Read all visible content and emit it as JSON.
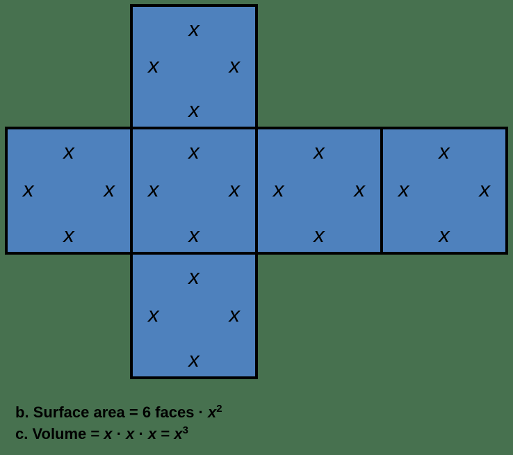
{
  "colors": {
    "background": "#47714F",
    "face_fill": "#4E81BD",
    "face_border": "#000000",
    "text": "#000000"
  },
  "net": {
    "squares": [
      {
        "id": "top",
        "top": "x",
        "left": "x",
        "right": "x",
        "bottom": "x"
      },
      {
        "id": "middle-left",
        "top": "x",
        "left": "x",
        "right": "x",
        "bottom": "x"
      },
      {
        "id": "middle-center",
        "top": "x",
        "left": "x",
        "right": "x",
        "bottom": "x"
      },
      {
        "id": "middle-right-1",
        "top": "x",
        "left": "x",
        "right": "x",
        "bottom": "x"
      },
      {
        "id": "middle-right-2",
        "top": "x",
        "left": "x",
        "right": "x",
        "bottom": "x"
      },
      {
        "id": "bottom",
        "top": "x",
        "left": "x",
        "right": "x",
        "bottom": "x"
      }
    ]
  },
  "formulas": {
    "b": {
      "prefix": "b. Surface area = 6 faces · ",
      "var": "x",
      "sup": "2"
    },
    "c": {
      "t1": "c. Volume = ",
      "x1": "x",
      "d1": " · ",
      "x2": "x",
      "d2": " · ",
      "x3": "x",
      "eq": " = ",
      "x4": "x",
      "sup": "3"
    }
  }
}
